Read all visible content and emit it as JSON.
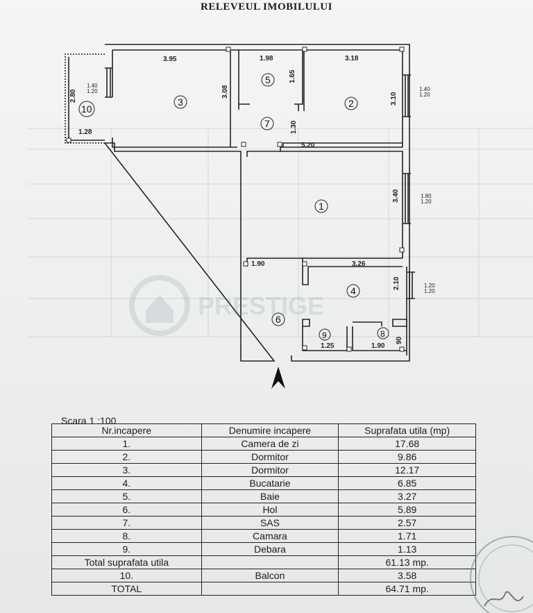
{
  "title": "RELEVEUL IMOBILULUI",
  "scale": "Scara 1 :100",
  "watermark": "PRESTIGE",
  "dims": {
    "d395": "3.95",
    "d198": "1.98",
    "d318": "3.18",
    "d165": "1.65",
    "d308": "3.08",
    "d280": "2.80",
    "d128": "1.28",
    "d130": "1.30",
    "d310": "3.10",
    "d520": "5.20",
    "d340": "3.40",
    "d190": "1.90",
    "d326": "3.26",
    "d210": "2.10",
    "d125": "1.25",
    "d190b": "1.90",
    "d90": "90",
    "w1a": "1.40",
    "w1b": "1.20",
    "w2a": "1.40",
    "w2b": "1.20",
    "w3a": "1.80",
    "w3b": "1.20",
    "w4a": "1.20",
    "w4b": "1.20"
  },
  "rooms": [
    "1",
    "2",
    "3",
    "4",
    "5",
    "6",
    "7",
    "8",
    "9",
    "10"
  ],
  "table": {
    "headers": [
      "Nr.incapere",
      "Denumire incapere",
      "Suprafata utila (mp)"
    ],
    "rows": [
      [
        "1.",
        "Camera de zi",
        "17.68"
      ],
      [
        "2.",
        "Dormitor",
        "9.86"
      ],
      [
        "3.",
        "Dormitor",
        "12.17"
      ],
      [
        "4.",
        "Bucatarie",
        "6.85"
      ],
      [
        "5.",
        "Baie",
        "3.27"
      ],
      [
        "6.",
        "Hol",
        "5.89"
      ],
      [
        "7.",
        "SAS",
        "2.57"
      ],
      [
        "8.",
        "Camara",
        "1.71"
      ],
      [
        "9.",
        "Debara",
        "1.13"
      ]
    ],
    "total_useful_label": "Total suprafata utila",
    "total_useful_value": "61.13 mp.",
    "balcony_nr": "10.",
    "balcony_name": "Balcon",
    "balcony_value": "3.58",
    "total_label": "TOTAL",
    "total_value": "64.71 mp."
  }
}
